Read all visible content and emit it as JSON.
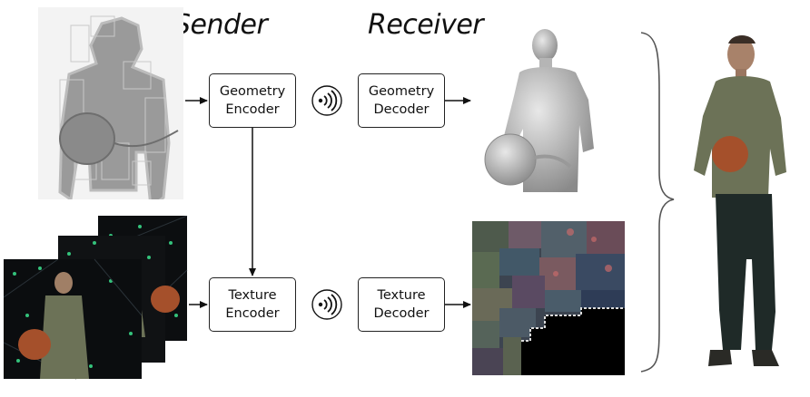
{
  "headings": {
    "sender": "Sender",
    "receiver": "Receiver"
  },
  "boxes": {
    "geometry_encoder": [
      "Geometry",
      "Encoder"
    ],
    "geometry_decoder": [
      "Geometry",
      "Decoder"
    ],
    "texture_encoder": [
      "Texture",
      "Encoder"
    ],
    "texture_decoder": [
      "Texture",
      "Decoder"
    ]
  },
  "icons": {
    "transmit": "wireless-signal-icon"
  },
  "colors": {
    "line": "#111111",
    "box_border": "#222222",
    "panel_bg": "#d9d9d9",
    "shirt": "#6c7257",
    "jeans": "#1f2a28"
  }
}
